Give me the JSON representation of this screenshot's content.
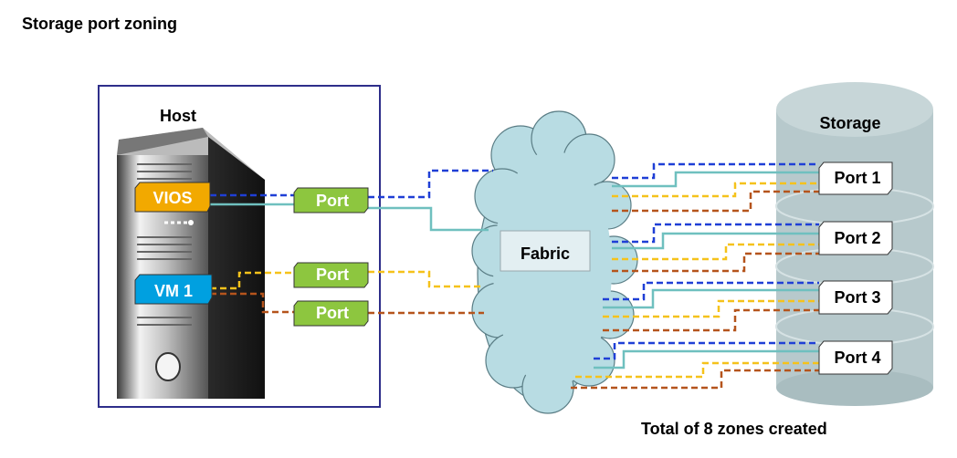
{
  "title": "Storage port zoning",
  "footer": "Total of 8 zones created",
  "host": {
    "label": "Host",
    "vios_label": "VIOS",
    "vm_label": "VM 1",
    "ports": [
      "Port",
      "Port",
      "Port"
    ]
  },
  "fabric": {
    "label": "Fabric"
  },
  "storage": {
    "label": "Storage",
    "ports": [
      "Port 1",
      "Port 2",
      "Port 3",
      "Port 4"
    ]
  },
  "colors": {
    "vios_badge": "#f2a900",
    "vm_badge": "#00a0e0",
    "host_port": "#8dc63f",
    "cloud": "#b8dce3",
    "storage": "#b7c9cc",
    "blue_line": "#1f3fd6",
    "teal_line": "#6fc0bf",
    "yellow_line": "#f5c21b",
    "brown_line": "#b5541c"
  }
}
